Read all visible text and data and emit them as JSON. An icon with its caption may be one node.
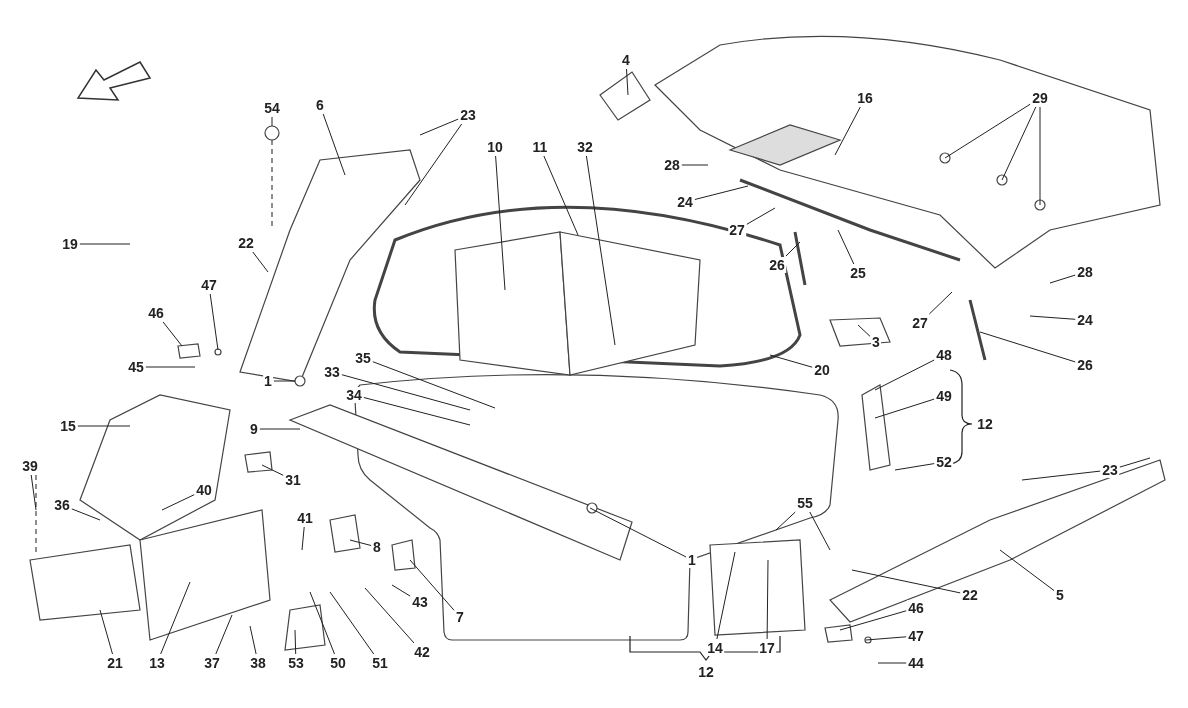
{
  "diagram": {
    "nodes": [
      {
        "text": [
          "4"
        ]
      },
      {
        "text": [
          "29"
        ]
      },
      {
        "text": [
          "16"
        ]
      },
      {
        "text": [
          "6"
        ]
      },
      {
        "text": [
          "54"
        ]
      },
      {
        "text": [
          "23"
        ]
      },
      {
        "text": [
          "10"
        ]
      },
      {
        "text": [
          "11"
        ]
      },
      {
        "text": [
          "32"
        ]
      },
      {
        "text": [
          "28"
        ]
      },
      {
        "text": [
          "24"
        ]
      },
      {
        "text": [
          "27"
        ]
      },
      {
        "text": [
          "19"
        ]
      },
      {
        "text": [
          "22"
        ]
      },
      {
        "text": [
          "26"
        ]
      },
      {
        "text": [
          "25"
        ]
      },
      {
        "text": [
          "28"
        ]
      },
      {
        "text": [
          "47"
        ]
      },
      {
        "text": [
          "46"
        ]
      },
      {
        "text": [
          "24"
        ]
      },
      {
        "text": [
          "27"
        ]
      },
      {
        "text": [
          "3"
        ]
      },
      {
        "text": [
          "35"
        ]
      },
      {
        "text": [
          "48"
        ]
      },
      {
        "text": [
          "26"
        ]
      },
      {
        "text": [
          "45"
        ]
      },
      {
        "text": [
          "33"
        ]
      },
      {
        "text": [
          "20"
        ]
      },
      {
        "text": [
          "1"
        ]
      },
      {
        "text": [
          "34"
        ]
      },
      {
        "text": [
          "49"
        ]
      },
      {
        "text": [
          "15"
        ]
      },
      {
        "text": [
          "9"
        ]
      },
      {
        "text": [
          "52"
        ]
      },
      {
        "text": [
          "39"
        ]
      },
      {
        "text": [
          "23"
        ]
      },
      {
        "text": [
          "31"
        ]
      },
      {
        "text": [
          "40"
        ]
      },
      {
        "text": [
          "36"
        ]
      },
      {
        "text": [
          "55"
        ]
      },
      {
        "text": [
          "41"
        ]
      },
      {
        "text": [
          "8"
        ]
      },
      {
        "text": [
          "1"
        ]
      },
      {
        "text": [
          "22"
        ]
      },
      {
        "text": [
          "5"
        ]
      },
      {
        "text": [
          "43"
        ]
      },
      {
        "text": [
          "46"
        ]
      },
      {
        "text": [
          "7"
        ]
      },
      {
        "text": [
          "47"
        ]
      },
      {
        "text": [
          "14"
        ]
      },
      {
        "text": [
          "17"
        ]
      },
      {
        "text": [
          "42"
        ]
      },
      {
        "text": [
          "21"
        ]
      },
      {
        "text": [
          "13"
        ]
      },
      {
        "text": [
          "37"
        ]
      },
      {
        "text": [
          "38"
        ]
      },
      {
        "text": [
          "53"
        ]
      },
      {
        "text": [
          "50"
        ]
      },
      {
        "text": [
          "51"
        ]
      },
      {
        "text": [
          "44"
        ]
      }
    ],
    "edges": [
      {
        "from": 0,
        "to": null,
        "arrow": "none"
      },
      {
        "from": 1,
        "to": null,
        "arrow": "none"
      },
      {
        "from": 1,
        "to": null,
        "arrow": "none"
      },
      {
        "from": 1,
        "to": null,
        "arrow": "none"
      },
      {
        "from": 2,
        "to": null,
        "arrow": "none"
      },
      {
        "from": 3,
        "to": null,
        "arrow": "none"
      },
      {
        "from": 4,
        "to": null,
        "arrow": "none"
      },
      {
        "from": 5,
        "to": null,
        "arrow": "none"
      },
      {
        "from": 5,
        "to": null,
        "arrow": "none"
      },
      {
        "from": 6,
        "to": null,
        "arrow": "none"
      },
      {
        "from": 7,
        "to": null,
        "arrow": "none"
      },
      {
        "from": 8,
        "to": null,
        "arrow": "none"
      },
      {
        "from": 9,
        "to": null,
        "arrow": "none"
      },
      {
        "from": 10,
        "to": null,
        "arrow": "none"
      },
      {
        "from": 11,
        "to": null,
        "arrow": "none"
      },
      {
        "from": 12,
        "to": null,
        "arrow": "none"
      },
      {
        "from": 13,
        "to": null,
        "arrow": "none"
      },
      {
        "from": 14,
        "to": null,
        "arrow": "none"
      },
      {
        "from": 15,
        "to": null,
        "arrow": "none"
      },
      {
        "from": 16,
        "to": null,
        "arrow": "none"
      },
      {
        "from": 17,
        "to": null,
        "arrow": "none"
      },
      {
        "from": 18,
        "to": null,
        "arrow": "none"
      },
      {
        "from": 19,
        "to": null,
        "arrow": "none"
      },
      {
        "from": 20,
        "to": null,
        "arrow": "none"
      },
      {
        "from": 21,
        "to": null,
        "arrow": "none"
      },
      {
        "from": 22,
        "to": null,
        "arrow": "none"
      },
      {
        "from": 23,
        "to": null,
        "arrow": "none"
      },
      {
        "from": 24,
        "to": null,
        "arrow": "none"
      },
      {
        "from": 25,
        "to": null,
        "arrow": "none"
      },
      {
        "from": 26,
        "to": null,
        "arrow": "none"
      },
      {
        "from": 27,
        "to": null,
        "arrow": "none"
      },
      {
        "from": 28,
        "to": null,
        "arrow": "none"
      },
      {
        "from": 29,
        "to": null,
        "arrow": "none"
      },
      {
        "from": 30,
        "to": null,
        "arrow": "none"
      },
      {
        "from": 31,
        "to": null,
        "arrow": "none"
      },
      {
        "from": 32,
        "to": null,
        "arrow": "none"
      },
      {
        "from": 33,
        "to": null,
        "arrow": "none"
      },
      {
        "from": 34,
        "to": null,
        "arrow": "none"
      },
      {
        "from": 35,
        "to": null,
        "arrow": "none"
      },
      {
        "from": 35,
        "to": null,
        "arrow": "none"
      },
      {
        "from": 36,
        "to": null,
        "arrow": "none"
      },
      {
        "from": 37,
        "to": null,
        "arrow": "none"
      },
      {
        "from": 38,
        "to": null,
        "arrow": "none"
      },
      {
        "from": 39,
        "to": null,
        "arrow": "none"
      },
      {
        "from": 39,
        "to": null,
        "arrow": "none"
      },
      {
        "from": 40,
        "to": null,
        "arrow": "none"
      },
      {
        "from": 41,
        "to": null,
        "arrow": "none"
      },
      {
        "from": 42,
        "to": null,
        "arrow": "none"
      },
      {
        "from": 43,
        "to": null,
        "arrow": "none"
      },
      {
        "from": 44,
        "to": null,
        "arrow": "none"
      },
      {
        "from": 45,
        "to": null,
        "arrow": "none"
      },
      {
        "from": 46,
        "to": null,
        "arrow": "none"
      },
      {
        "from": 47,
        "to": null,
        "arrow": "none"
      },
      {
        "from": 48,
        "to": null,
        "arrow": "none"
      },
      {
        "from": 49,
        "to": null,
        "arrow": "none"
      },
      {
        "from": 50,
        "to": null,
        "arrow": "none"
      },
      {
        "from": 51,
        "to": null,
        "arrow": "none"
      },
      {
        "from": 52,
        "to": null,
        "arrow": "none"
      },
      {
        "from": 53,
        "to": null,
        "arrow": "none"
      },
      {
        "from": 54,
        "to": null,
        "arrow": "none"
      },
      {
        "from": 55,
        "to": null,
        "arrow": "none"
      },
      {
        "from": 56,
        "to": null,
        "arrow": "none"
      },
      {
        "from": 57,
        "to": null,
        "arrow": "none"
      },
      {
        "from": 58,
        "to": null,
        "arrow": "none"
      },
      {
        "from": 59,
        "to": null,
        "arrow": "none"
      }
    ],
    "labels": [
      "12",
      "12"
    ]
  }
}
